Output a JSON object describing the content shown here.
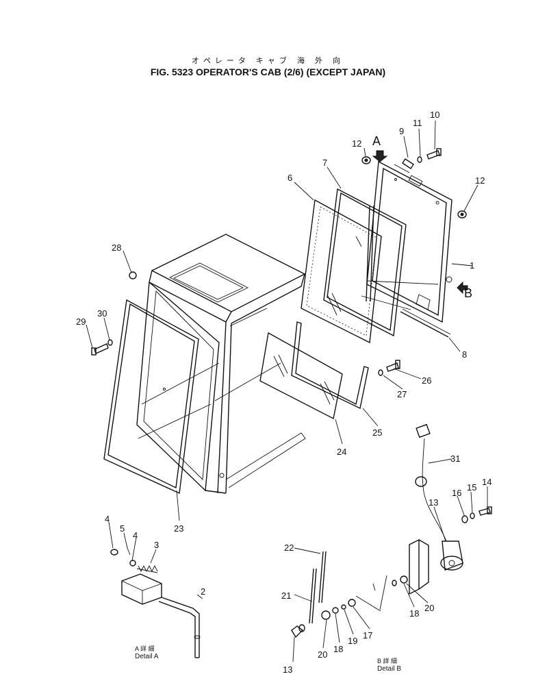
{
  "title": {
    "japanese": "オペレータ キャブ 海 外 向",
    "english": "FIG. 5323  OPERATOR'S CAB (2/6) (EXCEPT JAPAN)"
  },
  "view_markers": {
    "a": "A",
    "b": "B"
  },
  "details": {
    "detail_a_jp": "A 詳 細",
    "detail_a": "Detail A",
    "detail_b_jp": "B 詳 細",
    "detail_b": "Detail B"
  },
  "callouts": [
    "1",
    "2",
    "3",
    "4",
    "4",
    "5",
    "6",
    "7",
    "8",
    "9",
    "10",
    "11",
    "12",
    "12",
    "13",
    "13",
    "14",
    "15",
    "16",
    "17",
    "18",
    "18",
    "19",
    "20",
    "20",
    "21",
    "22",
    "23",
    "24",
    "25",
    "26",
    "27",
    "28",
    "29",
    "30",
    "31"
  ]
}
